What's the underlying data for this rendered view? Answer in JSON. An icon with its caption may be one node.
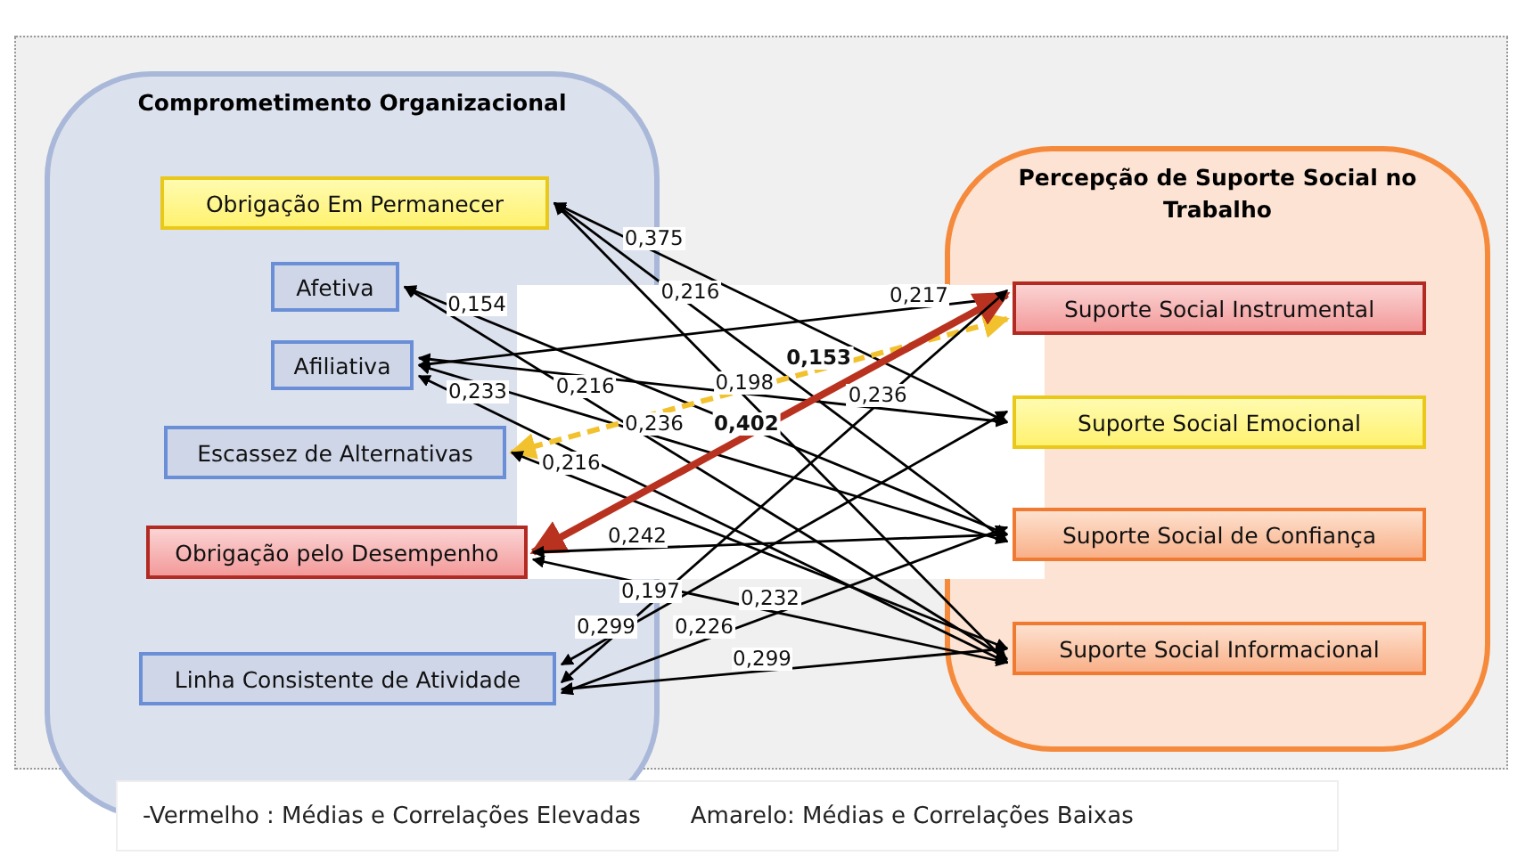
{
  "diagram": {
    "nodes": [
      {
        "text": [
          "Comprometimento Organizacional"
        ]
      },
      {
        "text": [
          "Obrigação Em Permanecer"
        ],
        "in": 0
      },
      {
        "text": [
          "Afetiva"
        ],
        "in": 0
      },
      {
        "text": [
          "Afiliativa"
        ],
        "in": 0
      },
      {
        "text": [
          "Escassez de Alternativas"
        ],
        "in": 0
      },
      {
        "text": [
          "Obrigação pelo Desempenho"
        ],
        "in": 0
      },
      {
        "text": [
          "Linha Consistente de Atividade"
        ],
        "in": 0
      },
      {
        "text": [
          "Percepção de Suporte Social no Trabalho"
        ]
      },
      {
        "text": [
          "Suporte Social Instrumental"
        ],
        "in": 7
      },
      {
        "text": [
          "Suporte Social Emocional"
        ],
        "in": 7
      },
      {
        "text": [
          "Suporte Social de Confiança"
        ],
        "in": 7
      },
      {
        "text": [
          "Suporte Social Informacional"
        ],
        "in": 7
      }
    ],
    "edges": [
      {
        "from": 1,
        "to": 9,
        "arrow": "both",
        "label": "0,375"
      },
      {
        "from": 1,
        "to": 10,
        "arrow": "both",
        "label": "0,216"
      },
      {
        "from": 1,
        "to": 11,
        "arrow": "both",
        "label": "0,198"
      },
      {
        "from": 2,
        "to": 10,
        "arrow": "both",
        "label": "0,154"
      },
      {
        "from": 2,
        "to": 11,
        "arrow": "both",
        "label": "0,216"
      },
      {
        "from": 3,
        "to": 8,
        "arrow": "both",
        "label": "0,217"
      },
      {
        "from": 3,
        "to": 9,
        "arrow": "both",
        "label": "0,236"
      },
      {
        "from": 3,
        "to": 10,
        "arrow": "both",
        "label": "0,236"
      },
      {
        "from": 3,
        "to": 11,
        "arrow": "both",
        "label": "0,233"
      },
      {
        "from": 4,
        "to": 8,
        "arrow": "both",
        "label": "0,153",
        "style": "dashed",
        "color": "#f2c12e"
      },
      {
        "from": 4,
        "to": 11,
        "arrow": "both",
        "label": "0,216"
      },
      {
        "from": 5,
        "to": 8,
        "arrow": "both",
        "label": "0,402",
        "style": "thick",
        "color": "#b8321f"
      },
      {
        "from": 5,
        "to": 10,
        "arrow": "both",
        "label": "0,242"
      },
      {
        "from": 5,
        "to": 11,
        "arrow": "both",
        "label": "0,232"
      },
      {
        "from": 6,
        "to": 9,
        "arrow": "both",
        "label": "0,299"
      },
      {
        "from": 6,
        "to": 8,
        "arrow": "both",
        "label": "0,197"
      },
      {
        "from": 6,
        "to": 10,
        "arrow": "both",
        "label": "0,226"
      },
      {
        "from": 6,
        "to": 11,
        "arrow": "both",
        "label": "0,299"
      }
    ],
    "labels": [
      "-Vermelho : Médias e Correlações Elevadas",
      "Amarelo: Médias e Correlações Baixas"
    ]
  }
}
